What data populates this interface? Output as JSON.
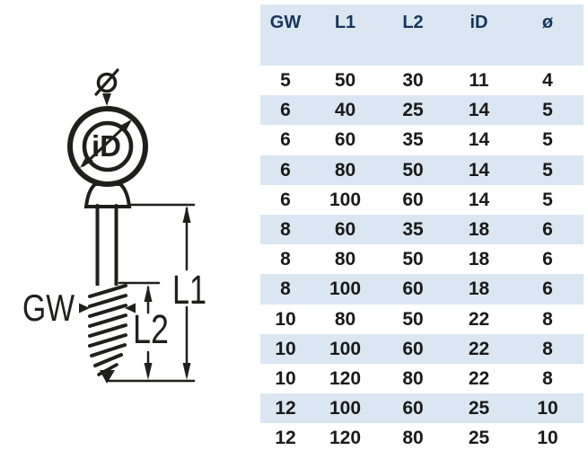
{
  "diagram": {
    "labels": {
      "thread_size": "GW",
      "overall_length": "L1",
      "thread_length": "L2",
      "inner_diameter": "iD",
      "diameter_symbol": "ø"
    }
  },
  "table": {
    "columns": [
      "GW",
      "L1",
      "L2",
      "iD",
      "ø"
    ],
    "rows": [
      [
        "5",
        "50",
        "30",
        "11",
        "4"
      ],
      [
        "6",
        "40",
        "25",
        "14",
        "5"
      ],
      [
        "6",
        "60",
        "35",
        "14",
        "5"
      ],
      [
        "6",
        "80",
        "50",
        "14",
        "5"
      ],
      [
        "6",
        "100",
        "60",
        "14",
        "5"
      ],
      [
        "8",
        "60",
        "35",
        "18",
        "6"
      ],
      [
        "8",
        "80",
        "50",
        "18",
        "6"
      ],
      [
        "8",
        "100",
        "60",
        "18",
        "6"
      ],
      [
        "10",
        "80",
        "50",
        "22",
        "8"
      ],
      [
        "10",
        "100",
        "60",
        "22",
        "8"
      ],
      [
        "10",
        "120",
        "80",
        "22",
        "8"
      ],
      [
        "12",
        "100",
        "60",
        "25",
        "10"
      ],
      [
        "12",
        "120",
        "80",
        "25",
        "10"
      ]
    ]
  },
  "colors": {
    "row_alt_bg": "#dae7f3",
    "header_text": "#16355b",
    "body_text": "#1a1a1a",
    "line": "#1f1f1d"
  }
}
